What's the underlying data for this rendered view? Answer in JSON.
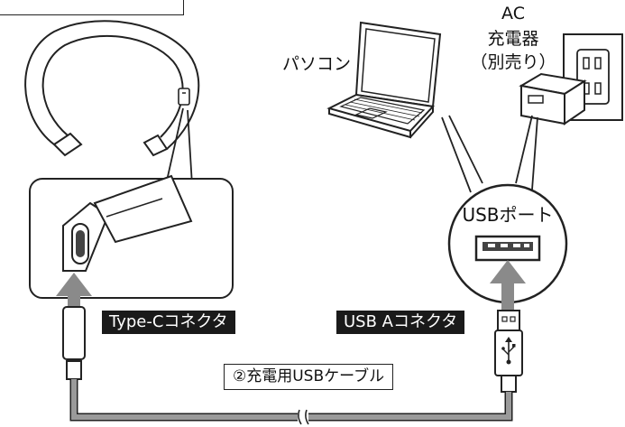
{
  "labels": {
    "pc": "パソコン",
    "ac_line1": "AC",
    "ac_line2": "充電器",
    "ac_line3": "（別売り）",
    "usb_port": "USBポート",
    "type_c": "Type-Cコネクタ",
    "usb_a": "USB Aコネクタ",
    "cable": "②充電用USBケーブル"
  },
  "colors": {
    "line": "#222222",
    "arrow": "#8a8a8a",
    "cable": "#9a9a9a",
    "label_bg": "#1a1a1a",
    "label_text": "#ffffff"
  },
  "icons": [
    "neckband-speaker-icon",
    "laptop-icon",
    "ac-adapter-icon",
    "wall-outlet-icon",
    "usb-port-icon",
    "type-c-plug-icon",
    "usb-a-plug-icon",
    "usb-symbol-icon"
  ]
}
